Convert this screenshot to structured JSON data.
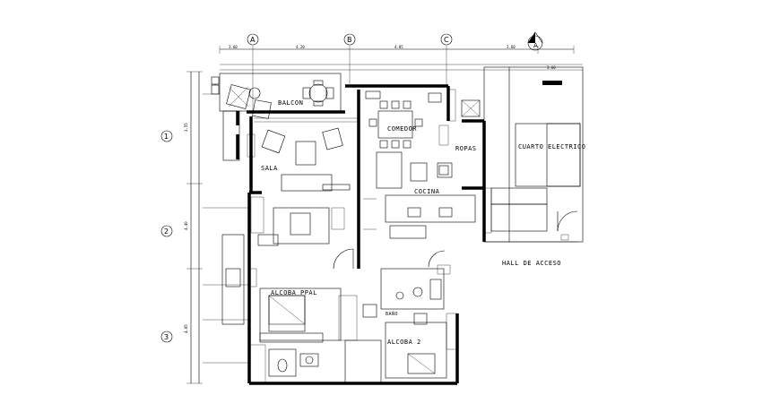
{
  "axes": {
    "columns": [
      "A",
      "B",
      "C"
    ],
    "rows": [
      "1",
      "2",
      "3"
    ],
    "north_letter": "A"
  },
  "rooms": {
    "balcon": "BALCON",
    "comedor": "COMEDOR",
    "sala": "SALA",
    "ropas": "ROPAS",
    "cocina": "COCINA",
    "cuarto_electrico": "CUARTO ELECTRICO",
    "hall": "HALL  DE  ACCESO",
    "alcoba_ppal": "ALCOBA PPAL",
    "alcoba2": "ALCOBA 2",
    "bano": "BAÑO"
  },
  "dimensions": {
    "top": [
      "3.60",
      "4.20",
      "4.85",
      "3.60"
    ],
    "right_top": "3.60",
    "left": [
      "3.55",
      "4.40",
      "4.85"
    ]
  }
}
